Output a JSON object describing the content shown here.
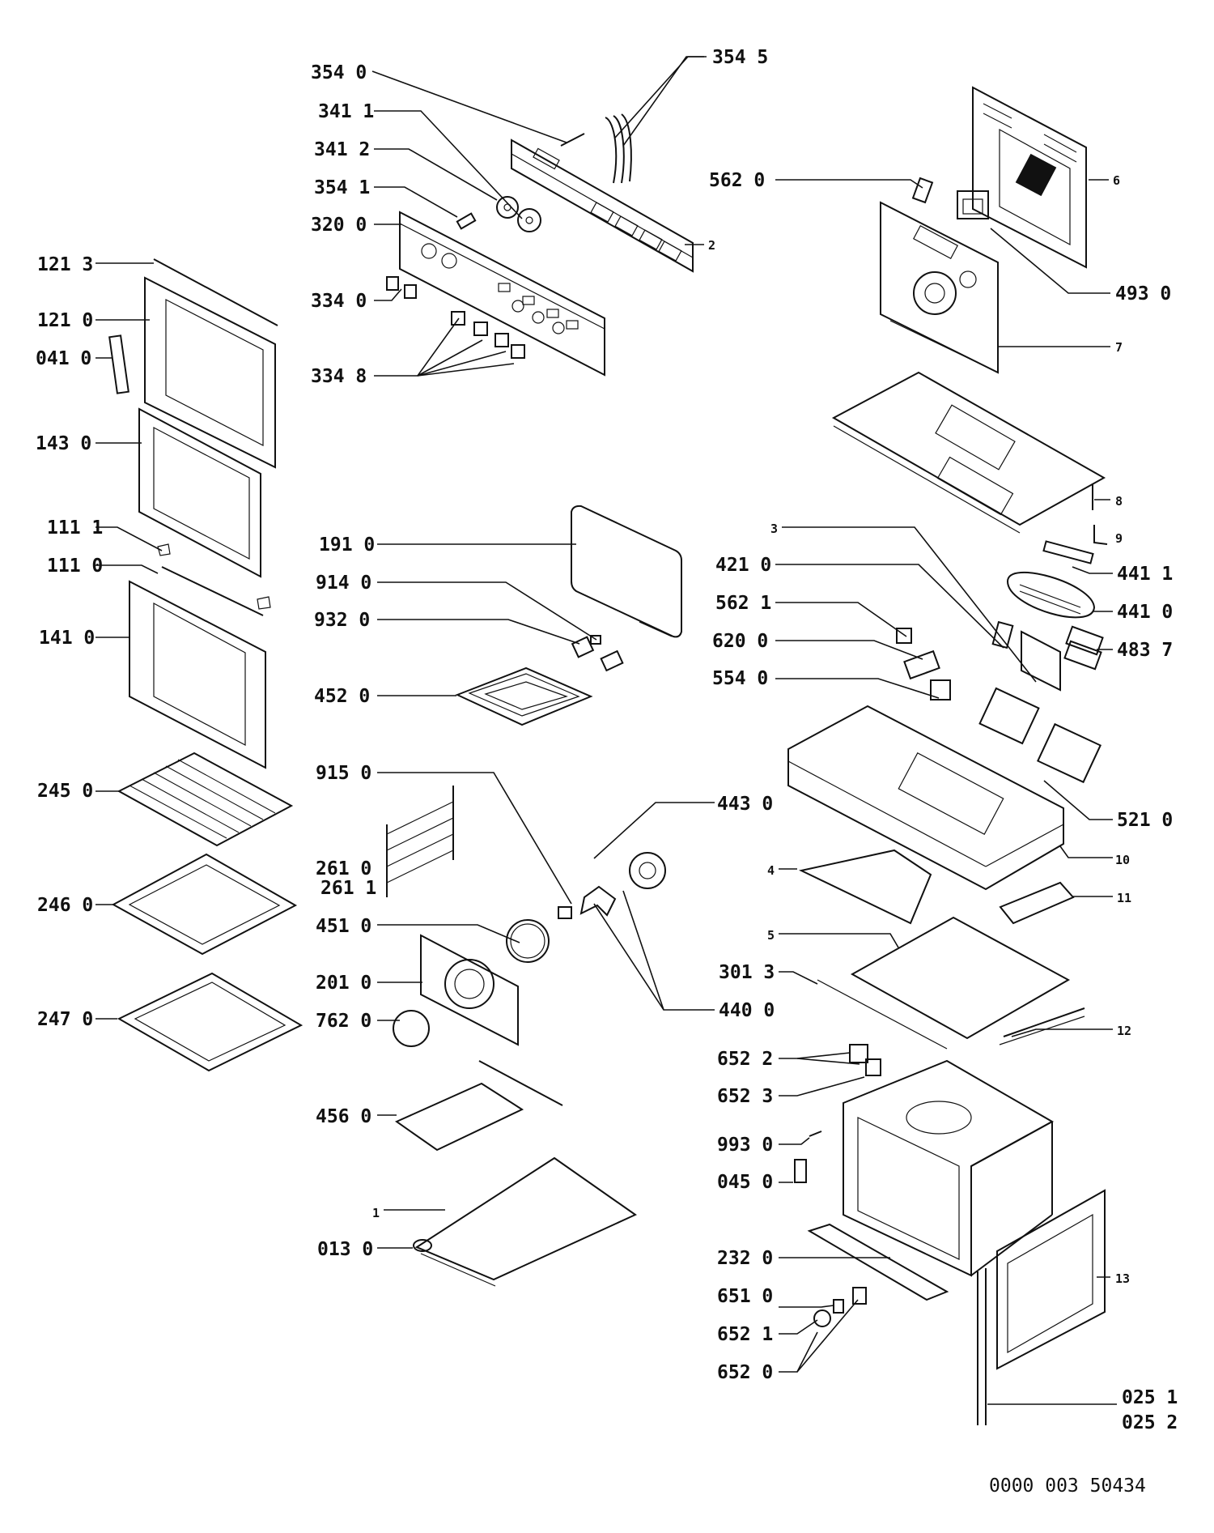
{
  "labels": {
    "p3540": "354  0",
    "p3545": "354  5",
    "p3411": "341  1",
    "p3412": "341  2",
    "p3541": "354  1",
    "p3200": "320  0",
    "p3340": "334  0",
    "p3348": "334  8",
    "p2": "2",
    "p5620": "562  0",
    "p6": "6",
    "p4930": "493  0",
    "p7": "7",
    "p8": "8",
    "p9": "9",
    "p1213": "121  3",
    "p1210": "121  0",
    "p0410": "041  0",
    "p1430": "143  0",
    "p1111": "111  1",
    "p1110": "111  0",
    "p1410": "141  0",
    "p2450": "245  0",
    "p2460": "246  0",
    "p2470": "247  0",
    "p1910": "191  0",
    "p9140": "914  0",
    "p9320": "932  0",
    "p4520": "452  0",
    "p9150": "915  0",
    "p2610": "261  0",
    "p2611": "261  1",
    "p4510": "451  0",
    "p2010": "201  0",
    "p7620": "762  0",
    "p4560": "456  0",
    "p1": "1",
    "p0130": "013  0",
    "p3": "3",
    "p4210": "421  0",
    "p5621": "562  1",
    "p6200": "620  0",
    "p5540": "554  0",
    "p4411": "441  1",
    "p4410": "441  0",
    "p4837": "483  7",
    "p5210": "521  0",
    "p10": "10",
    "p4430": "443  0",
    "p4": "4",
    "p11": "11",
    "p5": "5",
    "p3013": "301  3",
    "p4400": "440  0",
    "p12": "12",
    "p6522": "652  2",
    "p6523": "652  3",
    "p9930": "993  0",
    "p0450": "045  0",
    "p2320": "232  0",
    "p13": "13",
    "p6510": "651  0",
    "p6521": "652  1",
    "p6520": "652  0",
    "p0251": "025  1",
    "p0252": "025  2"
  },
  "footer_code": "0000  003  50434"
}
